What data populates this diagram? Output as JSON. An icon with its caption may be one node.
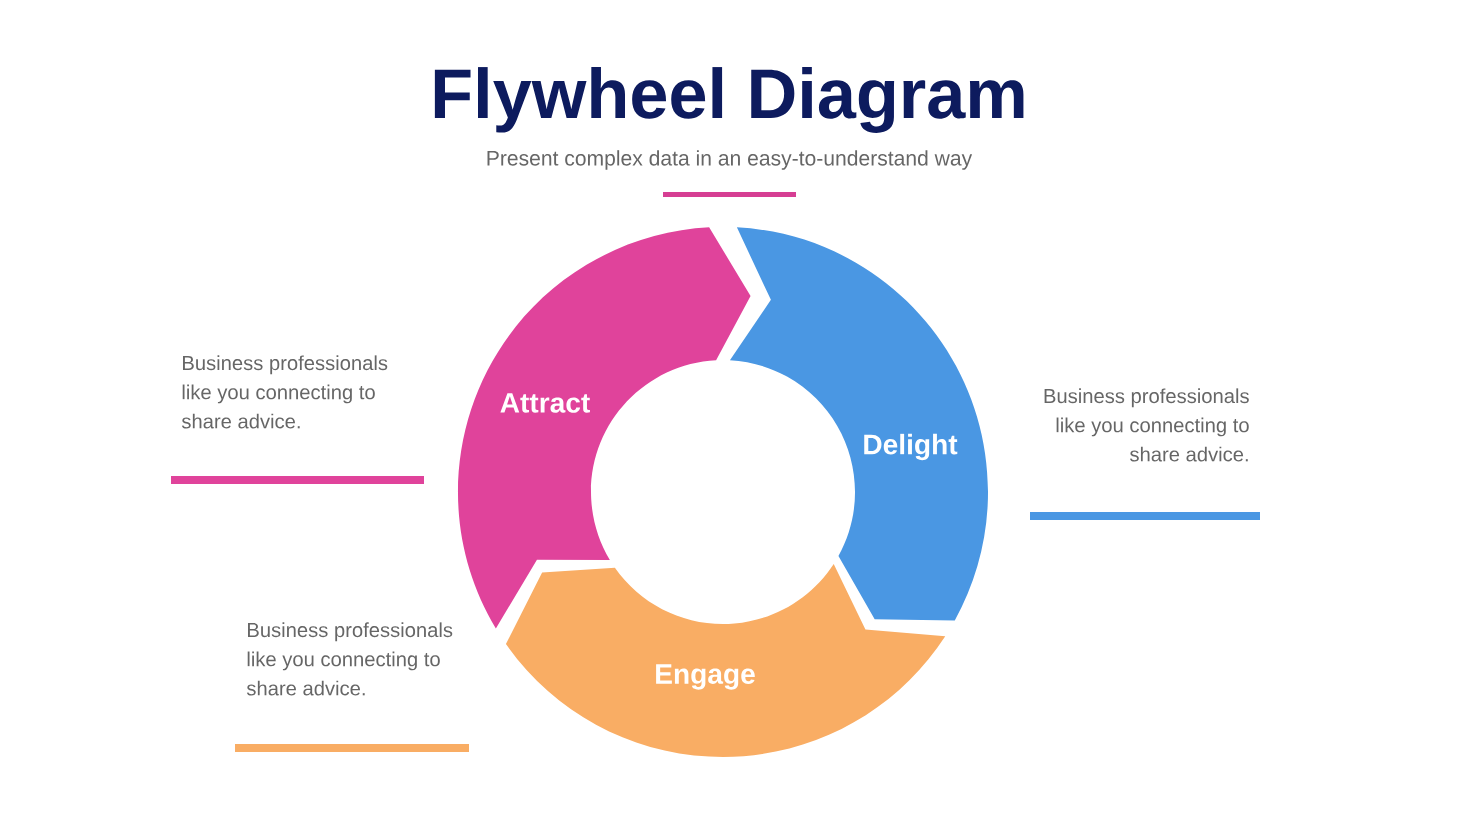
{
  "diagram": {
    "title": "Flywheel Diagram",
    "nodes": [
      {
        "text": [
          "Attract"
        ]
      },
      {
        "text": [
          "Delight"
        ]
      },
      {
        "text": [
          "Engage"
        ]
      }
    ],
    "labels": [
      "Present complex data in an easy-to-understand way",
      "Business professionals like you connecting to share advice.",
      "Business professionals like you connecting to share advice.",
      "Business professionals like you connecting to share advice."
    ]
  }
}
